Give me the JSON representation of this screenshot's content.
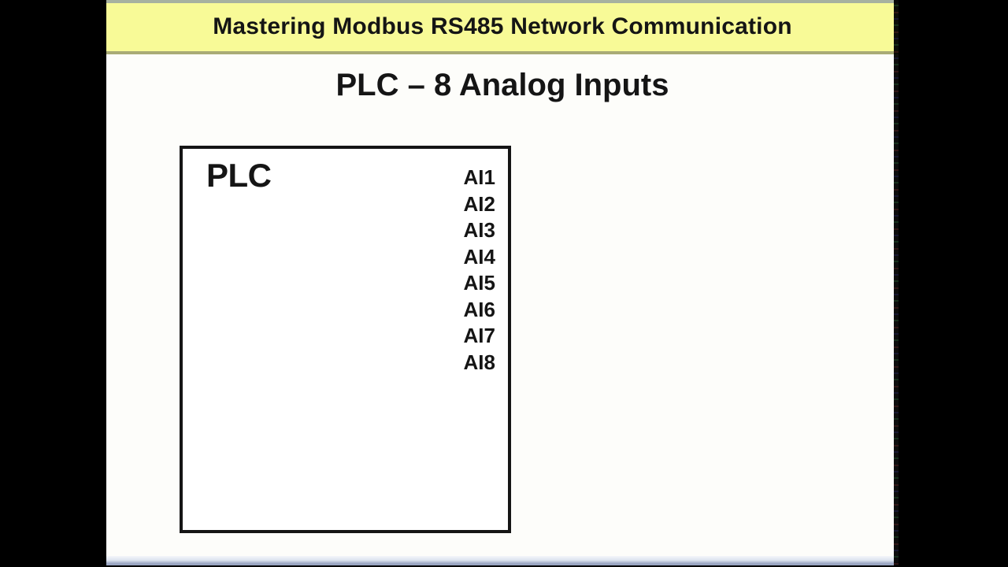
{
  "banner": {
    "title": "Mastering Modbus RS485 Network Communication"
  },
  "slide": {
    "title": "PLC – 8 Analog Inputs",
    "plc_box": {
      "label": "PLC",
      "analog_inputs": [
        "AI1",
        "AI2",
        "AI3",
        "AI4",
        "AI5",
        "AI6",
        "AI7",
        "AI8"
      ]
    }
  },
  "colors": {
    "letterbox": "#000000",
    "slide_bg": "#FDFDFA",
    "banner_bg": "#F8FA97",
    "banner_top_border": "#A7B1A0",
    "banner_bottom_border": "#A9AB76",
    "box_border": "#151515",
    "text": "#151515",
    "bottom_strip": "#9AA6C2"
  }
}
